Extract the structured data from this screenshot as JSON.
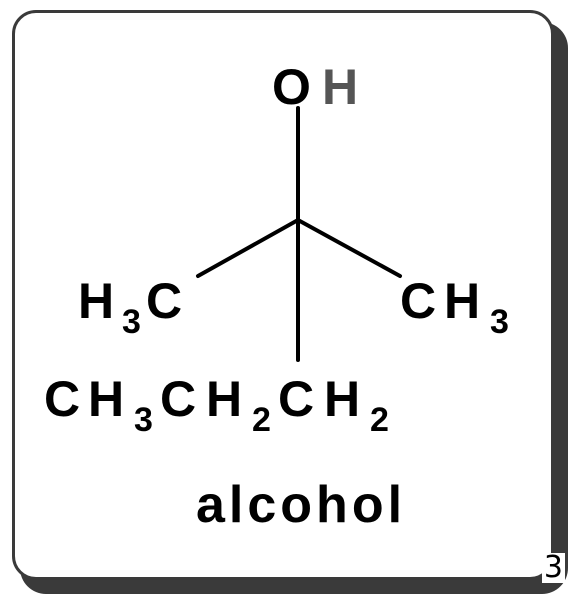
{
  "colors": {
    "frame": "#3a3a3a",
    "text": "#000000",
    "hydroxyl_h": "#555555",
    "background": "#ffffff"
  },
  "molecule": {
    "hydroxyl": {
      "o": "O",
      "h": "H"
    },
    "left_methyl": {
      "h": "H",
      "sub": "3",
      "c": "C"
    },
    "right_methyl": {
      "c": "C",
      "h": "H",
      "sub": "3"
    },
    "ethyl_chain": {
      "c1": "C",
      "h1": "H",
      "sub1": "3",
      "c2": "C",
      "h2": "H",
      "sub2": "2",
      "c3": "C",
      "h3": "H",
      "sub3": "2"
    }
  },
  "caption": "alcohol",
  "page_number": "3"
}
